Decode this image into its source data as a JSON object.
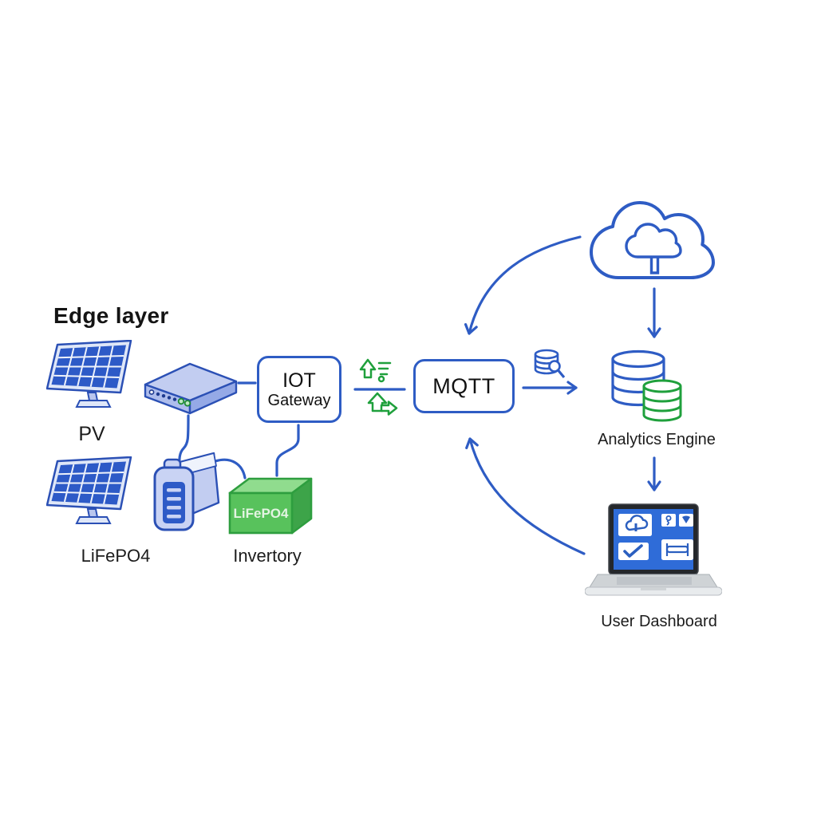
{
  "diagram": {
    "title": "Edge layer",
    "labels": {
      "pv": "PV",
      "battery_panel": "LiFePO4",
      "inverter": "Invertory",
      "inverter_box_text": "LiFePO4",
      "gateway_line1": "IOT",
      "gateway_line2": "Gateway",
      "mqtt": "MQTT",
      "analytics": "Analytics Engine",
      "dashboard": "User Dashboard"
    },
    "colors": {
      "line_blue": "#2E5CC4",
      "icon_green": "#1FA03C",
      "device_fill": "#C2CDF1",
      "solar_cell_blue": "#2D5AC7",
      "inverter_green": "#58C25C",
      "screen_blue": "#2F6CD8",
      "label_text": "#1C1C1C"
    },
    "icons": {
      "edge": [
        "solar-panel-icon",
        "router-icon",
        "battery-icon",
        "inverter-box-icon"
      ],
      "transfer": [
        "upload-list-icon",
        "upload-forward-icon",
        "database-search-icon"
      ],
      "cloud": "cloud-upload-icon",
      "analytics": "database-stack-icon",
      "dashboard": "laptop-dashboard-icon"
    }
  }
}
